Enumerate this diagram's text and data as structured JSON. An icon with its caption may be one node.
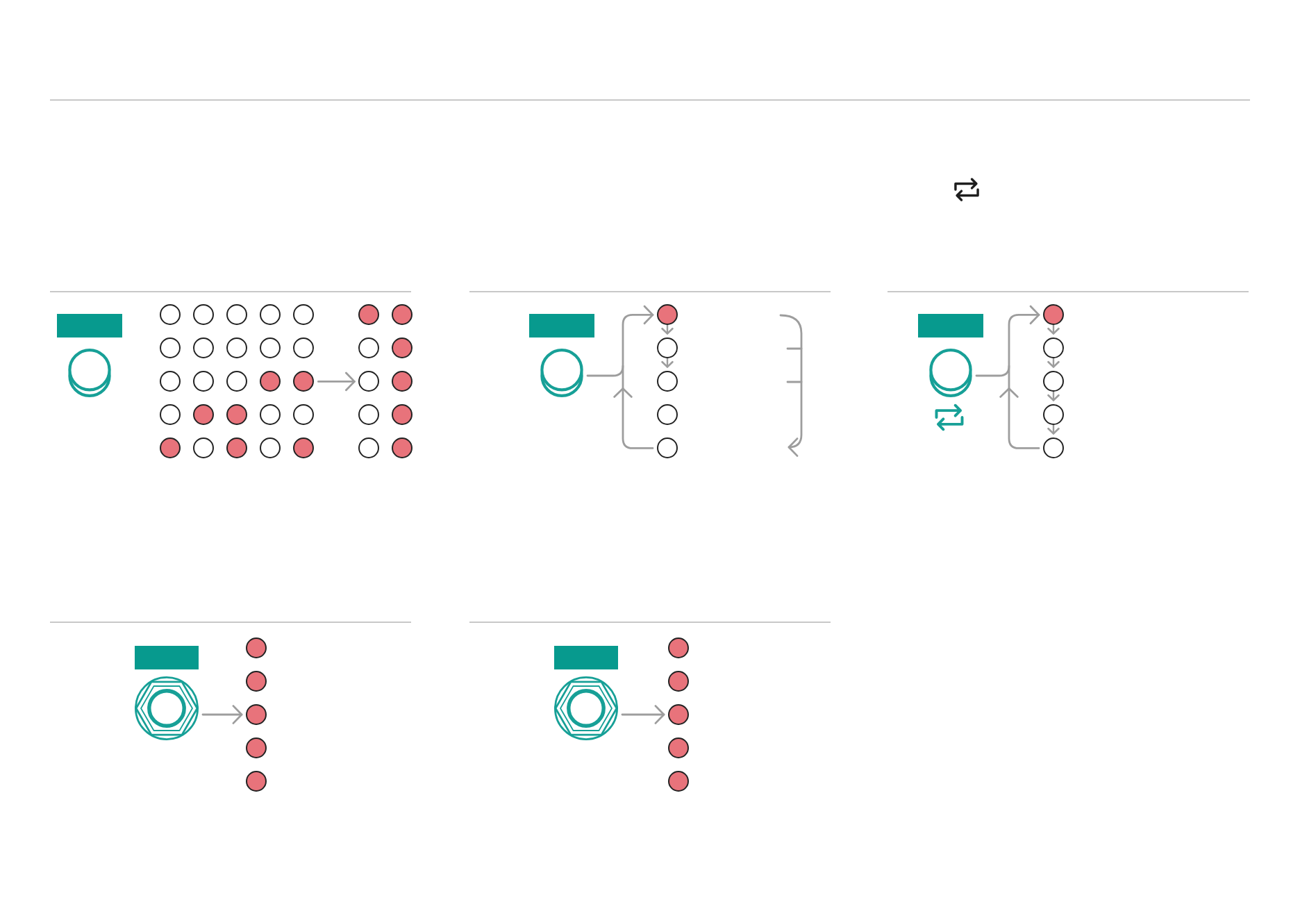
{
  "diagram": {
    "nodes": [
      {
        "text": [],
        "shape": "bar"
      },
      {
        "text": [],
        "shape": "button"
      },
      {
        "text": [],
        "shape": "circle"
      },
      {
        "text": [],
        "shape": "circle"
      },
      {
        "text": [],
        "shape": "circle"
      },
      {
        "text": [],
        "shape": "circle"
      },
      {
        "text": [],
        "shape": "circle"
      },
      {
        "text": [],
        "shape": "circle"
      },
      {
        "text": [],
        "shape": "circle"
      },
      {
        "text": [],
        "shape": "circle"
      },
      {
        "text": [],
        "shape": "circle"
      },
      {
        "text": [],
        "shape": "circle"
      },
      {
        "text": [],
        "shape": "circle"
      },
      {
        "text": [],
        "shape": "circle"
      },
      {
        "text": [],
        "shape": "circle"
      },
      {
        "text": [],
        "shape": "circle"
      },
      {
        "text": [],
        "shape": "circle"
      },
      {
        "text": [],
        "shape": "circle"
      },
      {
        "text": [],
        "shape": "circle"
      },
      {
        "text": [],
        "shape": "circle"
      },
      {
        "text": [],
        "shape": "circle"
      },
      {
        "text": [],
        "shape": "circle"
      },
      {
        "text": [],
        "shape": "circle"
      },
      {
        "text": [],
        "shape": "circle"
      },
      {
        "text": [],
        "shape": "circle"
      },
      {
        "text": [],
        "shape": "circle"
      },
      {
        "text": [],
        "shape": "circle"
      },
      {
        "text": [],
        "shape": "circle"
      },
      {
        "text": [],
        "shape": "circle"
      },
      {
        "text": [],
        "shape": "circle"
      },
      {
        "text": [],
        "shape": "circle"
      },
      {
        "text": [],
        "shape": "circle"
      },
      {
        "text": [],
        "shape": "circle"
      },
      {
        "text": [],
        "shape": "circle"
      },
      {
        "text": [],
        "shape": "circle"
      },
      {
        "text": [],
        "shape": "circle"
      },
      {
        "text": [],
        "shape": "circle"
      },
      {
        "text": [],
        "shape": "bar"
      },
      {
        "text": [],
        "shape": "button"
      },
      {
        "text": [],
        "shape": "circle"
      },
      {
        "text": [],
        "shape": "circle"
      },
      {
        "text": [],
        "shape": "circle"
      },
      {
        "text": [],
        "shape": "circle"
      },
      {
        "text": [],
        "shape": "circle"
      },
      {
        "text": [],
        "shape": "bar"
      },
      {
        "text": [],
        "shape": "button"
      },
      {
        "text": [],
        "shape": "circle"
      },
      {
        "text": [],
        "shape": "circle"
      },
      {
        "text": [],
        "shape": "circle"
      },
      {
        "text": [],
        "shape": "circle"
      },
      {
        "text": [],
        "shape": "circle"
      },
      {
        "text": [],
        "shape": "bar"
      },
      {
        "text": [],
        "shape": "picture"
      },
      {
        "text": [],
        "shape": "circle"
      },
      {
        "text": [],
        "shape": "circle"
      },
      {
        "text": [],
        "shape": "circle"
      },
      {
        "text": [],
        "shape": "circle"
      },
      {
        "text": [],
        "shape": "circle"
      },
      {
        "text": [],
        "shape": "bar"
      },
      {
        "text": [],
        "shape": "picture"
      },
      {
        "text": [],
        "shape": "circle"
      },
      {
        "text": [],
        "shape": "circle"
      },
      {
        "text": [],
        "shape": "circle"
      },
      {
        "text": [],
        "shape": "circle"
      },
      {
        "text": [],
        "shape": "circle"
      }
    ],
    "edges": [
      {
        "from": 16,
        "to": 31,
        "arrow": "to"
      },
      {
        "from": 38,
        "to": 39,
        "arrow": "to"
      },
      {
        "from": 39,
        "to": 40,
        "arrow": "to"
      },
      {
        "from": 40,
        "to": 41,
        "arrow": "to"
      },
      {
        "from": 43,
        "to": 39,
        "arrow": "to"
      },
      {
        "from": 45,
        "to": 46,
        "arrow": "to"
      },
      {
        "from": 46,
        "to": 47,
        "arrow": "to"
      },
      {
        "from": 47,
        "to": 48,
        "arrow": "to"
      },
      {
        "from": 48,
        "to": 49,
        "arrow": "to"
      },
      {
        "from": 49,
        "to": 50,
        "arrow": "to"
      },
      {
        "from": 50,
        "to": 46,
        "arrow": "to"
      },
      {
        "from": 52,
        "to": 55,
        "arrow": "to"
      },
      {
        "from": 59,
        "to": 62,
        "arrow": "to"
      }
    ]
  }
}
